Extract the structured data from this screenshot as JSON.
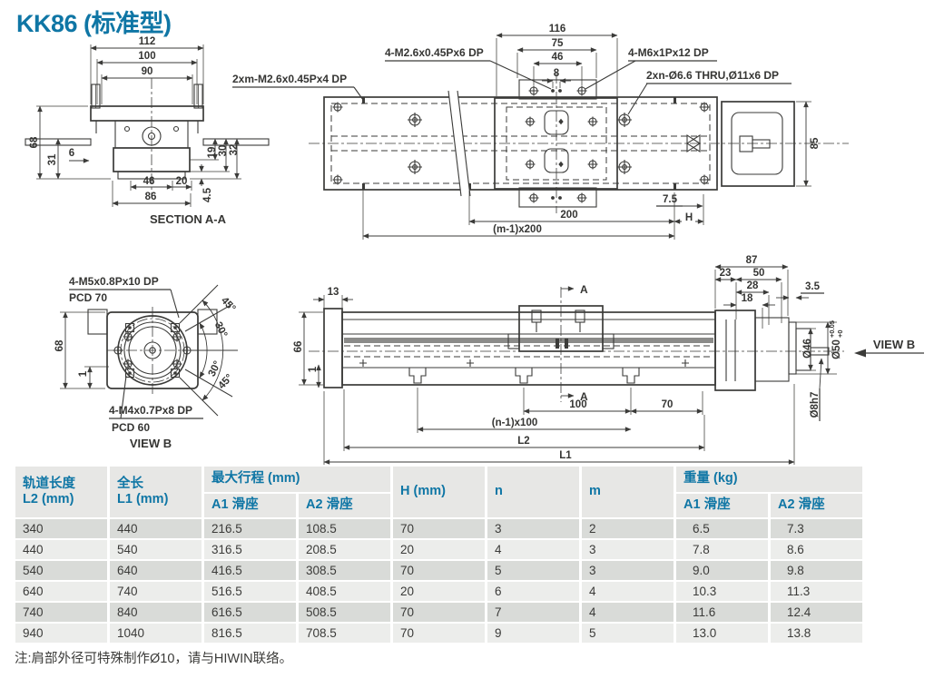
{
  "page": {
    "title": "KK86 (标准型)",
    "note": "注:肩部外径可特殊制作Ø10，请与HIWIN联络。"
  },
  "drw": {
    "section": {
      "label": "SECTION A-A",
      "d112": "112",
      "d100": "100",
      "d90": "90",
      "d68": "68",
      "d31": "31",
      "d6": "6",
      "d46": "46",
      "d20": "20",
      "d86": "86",
      "d45": "4.5",
      "d19": "19",
      "d30": "30",
      "d32": "32"
    },
    "top": {
      "a2xm": "2xm-M2.6x0.45Px4 DP",
      "am26": "4-M2.6x0.45Px6 DP",
      "am6": "4-M6x1Px12 DP",
      "a2xn": "2xn-Ø6.6 THRU,Ø11x6 DP",
      "d116": "116",
      "d75": "75",
      "d46": "46",
      "d8": "8",
      "d85": "85",
      "d75b": "7.5",
      "dH": "H",
      "d200": "200",
      "dm1": "(m-1)x200"
    },
    "viewb": {
      "label": "VIEW B",
      "am5": "4-M5x0.8Px10 DP",
      "pcd70": "PCD 70",
      "am4": "4-M4x0.7Px8 DP",
      "pcd60": "PCD 60",
      "d68": "68",
      "d1": "1",
      "a45t": "45°",
      "a30t": "30°",
      "a30b": "30°",
      "a45b": "45°"
    },
    "side": {
      "d13": "13",
      "d66": "66",
      "d1": "1",
      "aTop": "A",
      "aBot": "A",
      "d100": "100",
      "d70": "70",
      "dn1": "(n-1)x100",
      "dL2": "L2",
      "dL1": "L1",
      "d87": "87",
      "d23": "23",
      "d50": "50",
      "d28": "28",
      "d18": "18",
      "d35": "3.5",
      "d46": "Ø46",
      "d50m": "Ø50",
      "tolT": "+0.05",
      "tolB": "+0",
      "d8h7": "Ø8h7",
      "viewb": "VIEW B"
    }
  },
  "table": {
    "h_track_1": "轨道长度",
    "h_track_2": "L2 (mm)",
    "h_total_1": "全长",
    "h_total_2": "L1 (mm)",
    "h_stroke": "最大行程 (mm)",
    "h_a1": "A1 滑座",
    "h_a2": "A2 滑座",
    "h_h": "H (mm)",
    "h_n": "n",
    "h_m": "m",
    "h_weight": "重量 (kg)",
    "h_wa1": "A1 滑座",
    "h_wa2": "A2 滑座",
    "rows": [
      [
        "340",
        "440",
        "216.5",
        "108.5",
        "70",
        "3",
        "2",
        "6.5",
        "7.3"
      ],
      [
        "440",
        "540",
        "316.5",
        "208.5",
        "20",
        "4",
        "3",
        "7.8",
        "8.6"
      ],
      [
        "540",
        "640",
        "416.5",
        "308.5",
        "70",
        "5",
        "3",
        "9.0",
        "9.8"
      ],
      [
        "640",
        "740",
        "516.5",
        "408.5",
        "20",
        "6",
        "4",
        "10.3",
        "11.3"
      ],
      [
        "740",
        "840",
        "616.5",
        "508.5",
        "70",
        "7",
        "4",
        "11.6",
        "12.4"
      ],
      [
        "940",
        "1040",
        "816.5",
        "708.5",
        "70",
        "9",
        "5",
        "13.0",
        "13.8"
      ]
    ]
  }
}
